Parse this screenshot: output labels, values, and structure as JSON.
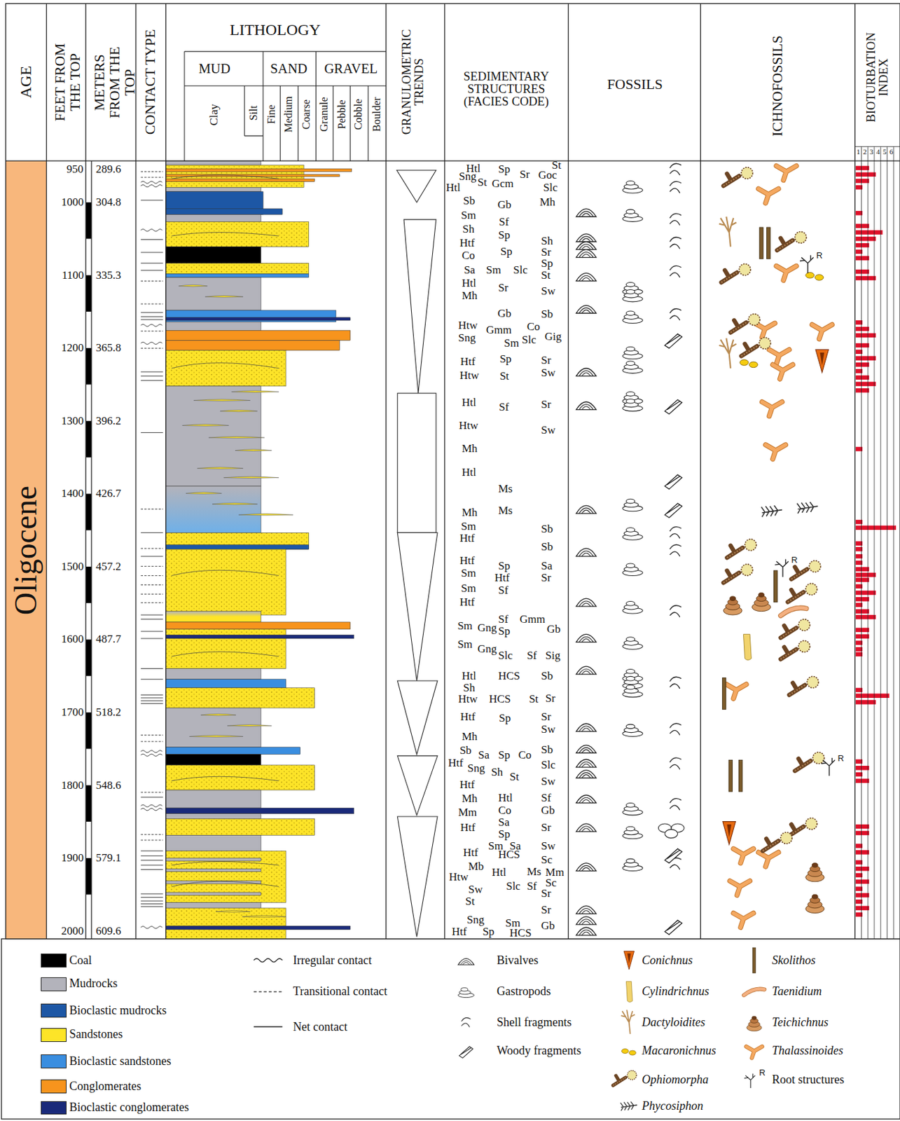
{
  "diagram": {
    "labels": [
      "AGE",
      "FEET FROM THE TOP",
      "METERS FROM THE TOP",
      "CONTACT TYPE",
      "LITHOLOGY",
      "MUD",
      "SAND",
      "GRAVEL",
      "Clay",
      "Silt",
      "Fine",
      "Medium",
      "Coarse",
      "Granule",
      "Pebble",
      "Cobble",
      "Boulder",
      "GRANULOMETRIC TRENDS",
      "SEDIMENTARY STRUCTURES (FACIES CODE)",
      "FOSSILS",
      "ICHNOFOSSILS",
      "BIOTURBATION INDEX",
      "1",
      "2",
      "3",
      "4",
      "5",
      "6",
      "Oligocene",
      "950",
      "1000",
      "1100",
      "1200",
      "1300",
      "1400",
      "1500",
      "1600",
      "1700",
      "1800",
      "1900",
      "2000",
      "289.6",
      "304.8",
      "335.3",
      "365.8",
      "396.2",
      "426.7",
      "457.2",
      "487.7",
      "518.2",
      "548.6",
      "579.1",
      "609.6",
      "Htl",
      "Sp",
      "St",
      "Sng",
      "St",
      "Gcm",
      "Sr",
      "Goc",
      "Htl",
      "Slc",
      "Sb",
      "Gb",
      "Mh",
      "Sm",
      "Sf",
      "Sh",
      "Sp",
      "Sh",
      "Htf",
      "Sp",
      "Sr",
      "Co",
      "Sp",
      "Sa",
      "Sm",
      "Slc",
      "St",
      "Htl",
      "Sr",
      "Sw",
      "Mh",
      "Gb",
      "Sb",
      "Htw",
      "Gmm",
      "Co",
      "Sng",
      "Sm",
      "Slc",
      "Gig",
      "Sp",
      "Sr",
      "Htf",
      "Htw",
      "St",
      "Sw",
      "Htl",
      "Sf",
      "Sr",
      "Htw",
      "Sw",
      "Mh",
      "Htl",
      "Ms",
      "Mh",
      "Ms",
      "Sm",
      "Sb",
      "Htf",
      "Sb",
      "Htf",
      "Sp",
      "Sa",
      "Sm",
      "Htf",
      "Sr",
      "Sm",
      "Sf",
      "Htf",
      "Sm",
      "Gng",
      "Sf",
      "Gmm",
      "Gb",
      "Sp",
      "Sm",
      "Gng",
      "Slc",
      "Sf",
      "Sig",
      "Htl",
      "HCS",
      "Sb",
      "Sh",
      "Htw",
      "HCS",
      "St",
      "Sr",
      "Htf",
      "Sp",
      "Sr",
      "Mh",
      "Sw",
      "Sb",
      "Sa",
      "Sp",
      "Co",
      "Sb",
      "Htf",
      "Sng",
      "Sh",
      "St",
      "Slc",
      "Htf",
      "Sw",
      "Mh",
      "Htl",
      "Sf",
      "Mm",
      "Co",
      "Gb",
      "Sa",
      "Htf",
      "Sp",
      "Sr",
      "Sm",
      "Sa",
      "Sw",
      "Htf",
      "HCS",
      "Mb",
      "Htl",
      "Ms",
      "Sc",
      "Mm",
      "Htw",
      "Sw",
      "Slc",
      "Sf",
      "Sc",
      "St",
      "Sr",
      "Sr",
      "Sng",
      "Sm",
      "Gb",
      "Htf",
      "Sp",
      "HCS",
      "R",
      "R",
      "R",
      "R"
    ],
    "legend": [
      {
        "text": "Coal",
        "color": "#000000"
      },
      {
        "text": "Mudrocks",
        "color": "#b3b3bb"
      },
      {
        "text": "Bioclastic mudrocks",
        "color": "#1d57a5"
      },
      {
        "text": "Sandstones",
        "color": "#fde428"
      },
      {
        "text": "Bioclastic sandstones",
        "color": "#3a8ee0"
      },
      {
        "text": "Conglomerates",
        "color": "#f7941d"
      },
      {
        "text": "Bioclastic conglomerates",
        "color": "#1a2a7a"
      },
      {
        "text": "Irregular contact"
      },
      {
        "text": "Transitional contact"
      },
      {
        "text": "Net contact"
      },
      {
        "text": "Bivalves"
      },
      {
        "text": "Gastropods"
      },
      {
        "text": "Shell fragments"
      },
      {
        "text": "Woody fragments"
      },
      {
        "text": "Conichnus"
      },
      {
        "text": "Cylindrichnus"
      },
      {
        "text": "Dactyloidites"
      },
      {
        "text": "Macaronichnus"
      },
      {
        "text": "Ophiomorpha"
      },
      {
        "text": "Phycosiphon"
      },
      {
        "text": "Skolithos"
      },
      {
        "text": "Taenidium"
      },
      {
        "text": "Teichichnus"
      },
      {
        "text": "Thalassinoides"
      },
      {
        "text": "Root structures"
      }
    ]
  }
}
